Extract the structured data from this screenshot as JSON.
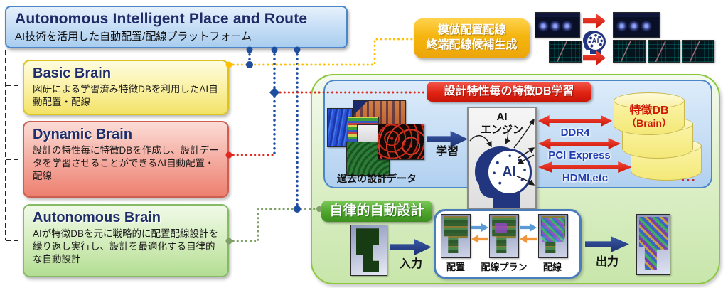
{
  "header": {
    "title": "Autonomous Intelligent Place and Route",
    "subtitle": "AI技術を活用した自動配置/配線プラットフォーム"
  },
  "brains": [
    {
      "name": "Basic Brain",
      "desc": "図研による学習済み特徴DBを利用したAI自動配置・配線"
    },
    {
      "name": "Dynamic Brain",
      "desc": "設計の特性毎に特徴DBを作成し、設計データを学習させることができるAI自動配置・配線"
    },
    {
      "name": "Autonomous Brain",
      "desc": "AIが特徴DBを元に戦略的に配置配線設計を繰り返し実行し、設計を最適化する自律的な自動設計"
    }
  ],
  "mimic": {
    "line1": "模倣配置配線",
    "line2": "終端配線候補生成"
  },
  "feature_learning": {
    "label": "設計特性毎の特徴DB学習",
    "past_data": "過去の設計データ",
    "learn": "学習",
    "engine_line1": "AI",
    "engine_line2": "エンジン",
    "ai_icon_text": "AI",
    "protocols": [
      "DDR4",
      "PCI Express",
      "HDMI,etc"
    ],
    "db_line1": "特徴DB",
    "db_line2": "（Brain）",
    "more": "..."
  },
  "autonomous_design": {
    "label": "自律的自動設計",
    "input": "入力",
    "steps": [
      "配置",
      "配線プラン",
      "配線"
    ],
    "output": "出力"
  },
  "colors": {
    "title_navy": "#1f2a66",
    "connector_blue": "#1f4ea0",
    "connector_yellow": "#ffc000",
    "connector_red": "#e0281e",
    "connector_green": "#7da066",
    "navy_arrow": "#24418e",
    "db_yellow": "#f7ec8a",
    "panel_green": "#8cc63f",
    "panel_blue": "#4a86c8"
  }
}
